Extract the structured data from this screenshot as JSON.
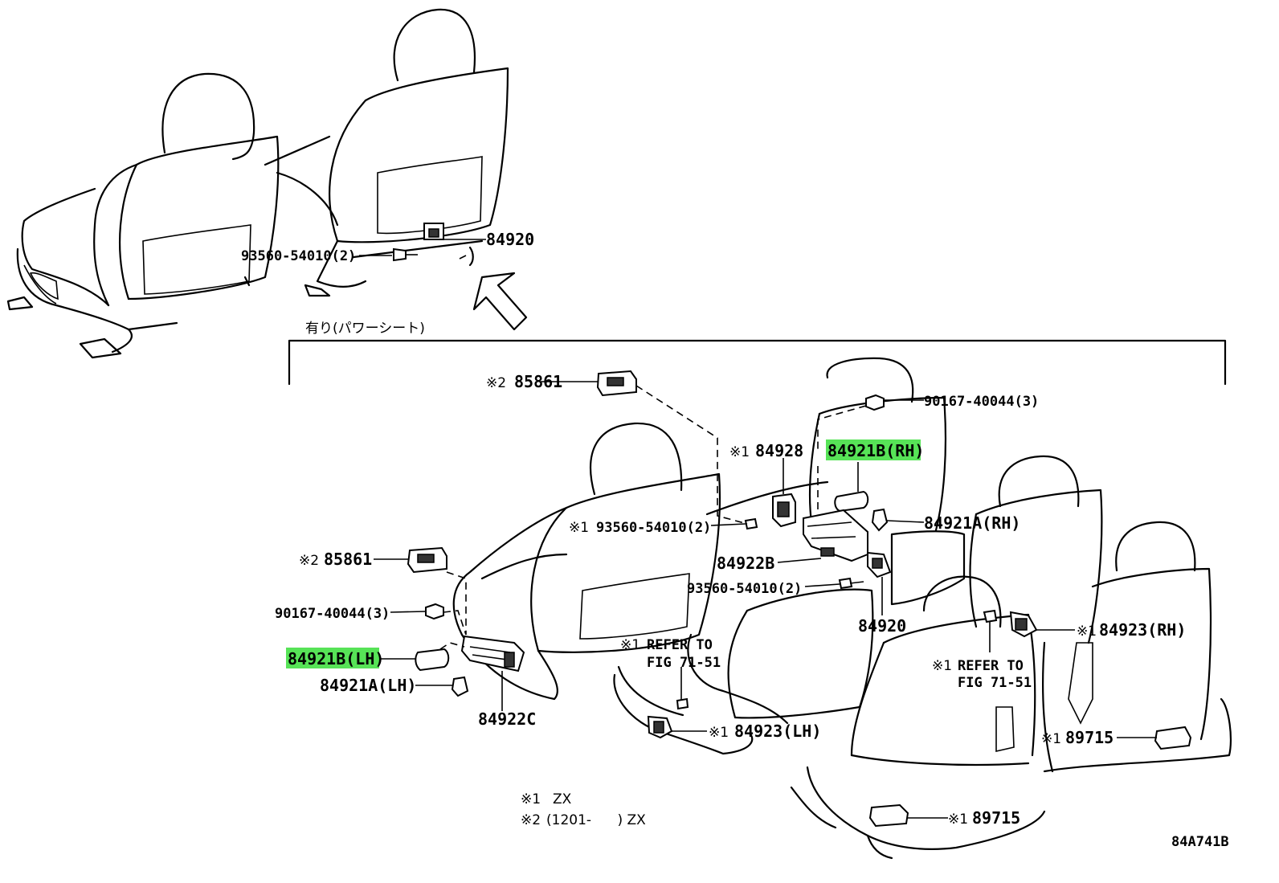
{
  "diagram_id": "84A741B",
  "section_title": "有り(パワーシート)",
  "legend": [
    {
      "mark": "※1",
      "text": "ZX"
    },
    {
      "mark": "※2",
      "text": "(1201-      ) ZX"
    }
  ],
  "callouts": {
    "top_84920": "84920",
    "top_93560": "93560-54010(2)",
    "s85861_top_mark": "※2",
    "s85861_top": "85861",
    "s90167_top": "90167-40044(3)",
    "s84928_mark": "※1",
    "s84928": "84928",
    "s84921b_rh": "84921B(RH)",
    "s93560_mid_mark": "※1",
    "s93560_mid": "93560-54010(2)",
    "s84921a_rh": "84921A(RH)",
    "s85861_left_mark": "※2",
    "s85861_left": "85861",
    "s84922b": "84922B",
    "s93560_low": "93560-54010(2)",
    "s90167_left": "90167-40044(3)",
    "s84920_mid": "84920",
    "s84921b_lh": "84921B(LH)",
    "s84921a_lh": "84921A(LH)",
    "s84922c": "84922C",
    "refer1_mark": "※1",
    "refer1_line1": "REFER TO",
    "refer1_line2": "FIG 71-51",
    "s84923_lh_mark": "※1",
    "s84923_lh": "84923(LH)",
    "s84923_rh_mark": "※1",
    "s84923_rh": "84923(RH)",
    "refer2_mark": "※1",
    "refer2_line1": "REFER TO",
    "refer2_line2": "FIG 71-51",
    "s89715_right_mark": "※1",
    "s89715_right": "89715",
    "s89715_bottom_mark": "※1",
    "s89715_bottom": "89715"
  },
  "highlight_color": "#57e357"
}
